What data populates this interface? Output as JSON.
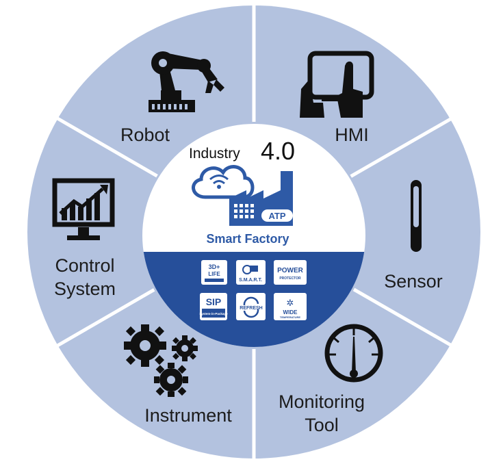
{
  "center": {
    "title": "Industry",
    "version": "4.0",
    "subtitle": "Smart Factory",
    "logo_text": "ATP"
  },
  "segments": [
    {
      "label_lines": [
        "Robot"
      ],
      "icon": "robot-arm-icon"
    },
    {
      "label_lines": [
        "HMI"
      ],
      "icon": "touchscreen-hand-icon"
    },
    {
      "label_lines": [
        "Sensor"
      ],
      "icon": "thermometer-icon"
    },
    {
      "label_lines": [
        "Monitoring",
        "Tool"
      ],
      "icon": "gauge-icon"
    },
    {
      "label_lines": [
        "Instrument"
      ],
      "icon": "gears-icon"
    },
    {
      "label_lines": [
        "Control",
        "System"
      ],
      "icon": "monitor-chart-icon"
    }
  ],
  "badges": [
    {
      "lines": [
        "3D+",
        "LIFE"
      ],
      "icon": "3d-life-badge-icon"
    },
    {
      "lines": [
        "S.M.A.R.T."
      ],
      "icon": "smart-badge-icon"
    },
    {
      "lines": [
        "POWER",
        "PROTECTOR"
      ],
      "icon": "power-protector-badge-icon"
    },
    {
      "lines": [
        "SIP",
        "System-in-Package"
      ],
      "icon": "sip-badge-icon"
    },
    {
      "lines": [
        "REFRESH"
      ],
      "icon": "refresh-badge-icon"
    },
    {
      "lines": [
        "WIDE",
        "TEMPERATURE"
      ],
      "icon": "wide-temperature-badge-icon"
    }
  ],
  "colors": {
    "ring": "#b3c2df",
    "divider": "#ffffff",
    "center_bg": "#ffffff",
    "center_band": "#264f9a",
    "icon": "#111111",
    "cloud": "#2e5aa6"
  }
}
